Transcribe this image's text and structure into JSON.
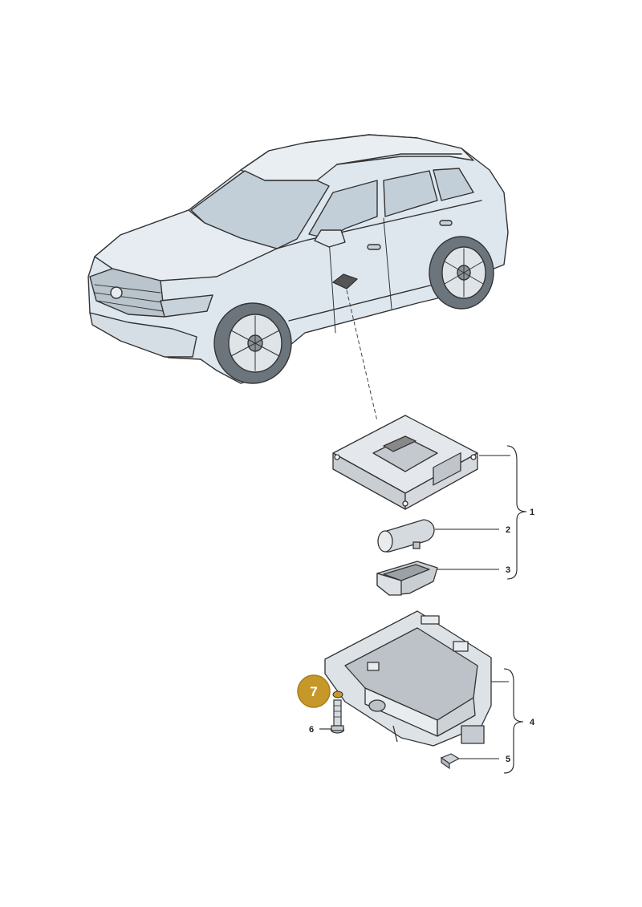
{
  "callouts": [
    {
      "id": "1",
      "label": "1"
    },
    {
      "id": "2",
      "label": "2"
    },
    {
      "id": "3",
      "label": "3"
    },
    {
      "id": "4",
      "label": "4"
    },
    {
      "id": "5",
      "label": "5"
    },
    {
      "id": "6",
      "label": "6"
    }
  ],
  "highlight_badge": {
    "label": "7"
  },
  "colors": {
    "line": "#222222",
    "car_body": "#dfe7ee",
    "car_glass": "#c2cfd9",
    "part_fill": "#e4e8ec",
    "part_shade": "#c9ced3",
    "badge": "#c6982a",
    "badge_ring": "#a87d1c"
  }
}
